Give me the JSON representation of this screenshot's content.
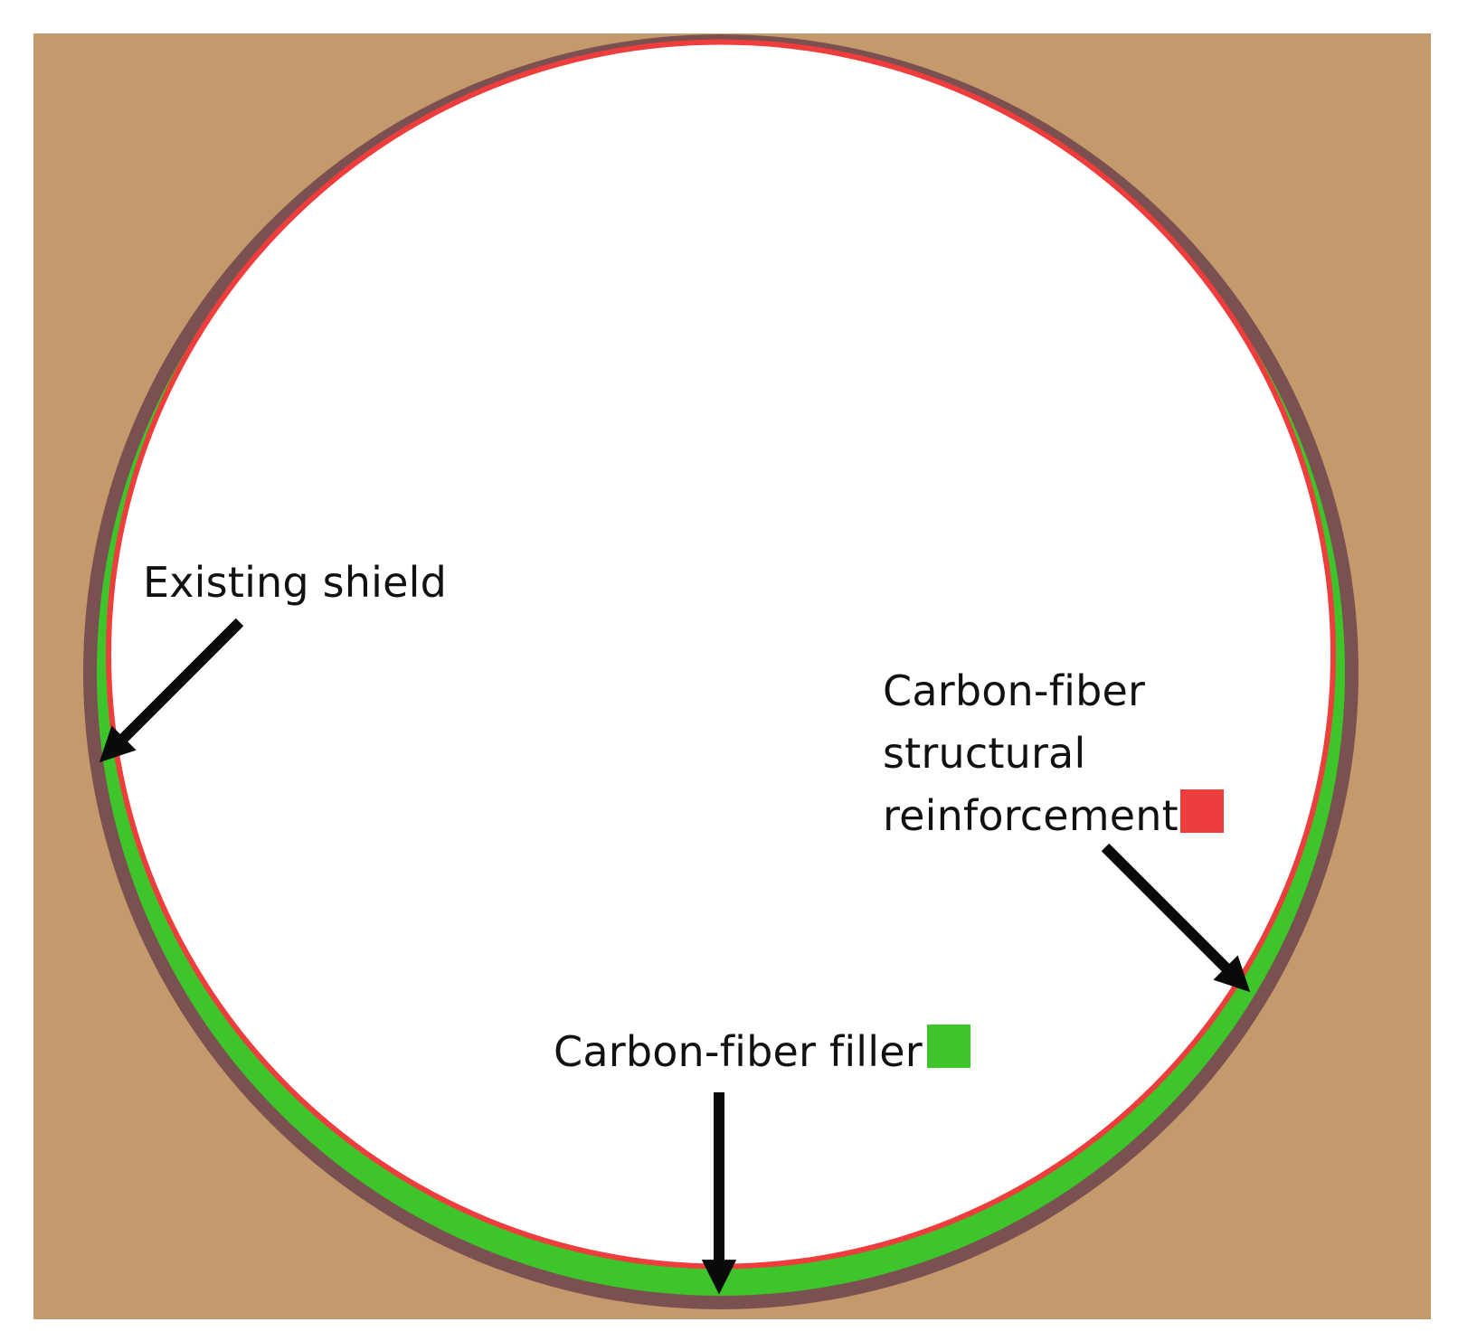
{
  "colors": {
    "ground": "#C49A6C",
    "shield": "#7A5050",
    "reinforcement": "#EE3D3D",
    "filler": "#3DC52B",
    "interior": "#FFFFFF",
    "arrow": "#0A0A0A",
    "text": "#111111"
  },
  "labels": {
    "existing_shield": "Existing shield",
    "reinforcement_line1": "Carbon-fiber",
    "reinforcement_line2": "structural",
    "reinforcement_line3": "reinforcement",
    "filler": "Carbon-fiber filler"
  },
  "legend": {
    "reinforcement_color": "#EE3D3D",
    "filler_color": "#3DC52B"
  }
}
